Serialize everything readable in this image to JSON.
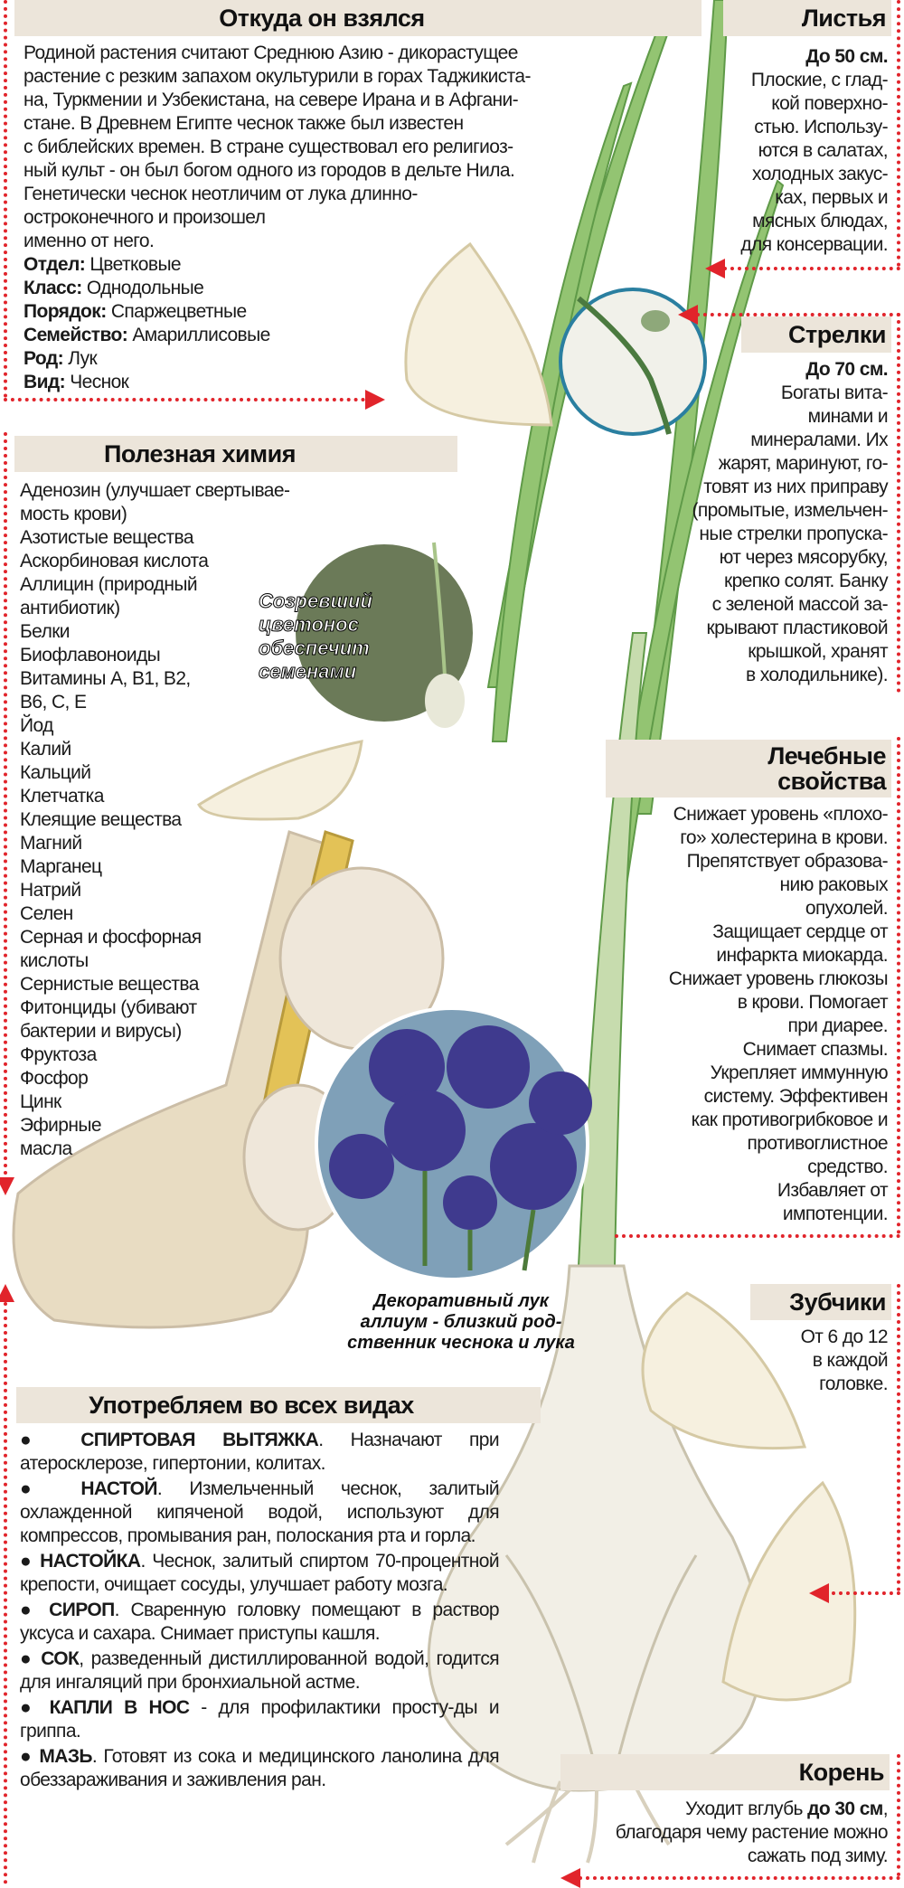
{
  "origin": {
    "title": "Откуда он взялся",
    "text": [
      "Родиной растения считают Среднюю Азию - дикорастущее",
      "растение с резким запахом окультурили в горах Таджикиста-",
      "на, Туркмении и Узбекистана, на севере Ирана и в Афгани-",
      "стане. В Древнем Египте чеснок также был известен",
      "с библейских времен. В стране существовал  его религиоз-",
      "ный культ - он был богом одного из городов в дельте Нила.",
      "Генетически чеснок неотличим от лука длинно-",
      "остроконечного и произошел",
      "именно от него."
    ],
    "taxonomy": [
      {
        "label": "Отдел:",
        "value": " Цветковые"
      },
      {
        "label": "Класс:",
        "value": " Однодольные"
      },
      {
        "label": "Порядок:",
        "value": " Спаржецветные"
      },
      {
        "label": "Семейство:",
        "value": " Амариллисовые"
      },
      {
        "label": "Род:",
        "value": " Лук"
      },
      {
        "label": "Вид:",
        "value": " Чеснок"
      }
    ]
  },
  "leaves": {
    "title": "Листья",
    "size": "До 50 см.",
    "text": [
      "Плоские, с глад-",
      "кой поверхно-",
      "стью. Использу-",
      "ются в салатах,",
      "холодных закус-",
      "ках, первых и",
      "мясных блюдах,",
      "для консервации."
    ]
  },
  "arrows": {
    "title": "Стрелки",
    "size": "До 70 см.",
    "text": [
      "Богаты вита-",
      "минами и",
      "минералами. Их",
      "жарят, маринуют, го-",
      "товят из них приправу",
      "(промытые, измельчен-",
      "ные стрелки пропуска-",
      "ют через мясорубку,",
      "крепко солят. Банку",
      "с зеленой массой за-",
      "крывают пластиковой",
      "крышкой, хранят",
      "в холодильнике)."
    ]
  },
  "chemistry": {
    "title": "Полезная химия",
    "items": [
      "Аденозин (улучшает свертывае-",
      "мость крови)",
      "Азотистые вещества",
      "Аскорбиновая кислота",
      "Аллицин (природный",
      "антибиотик)",
      "Белки",
      "Биофлавоноиды",
      "Витамины А, В1, В2,",
      "В6, С, Е",
      "Йод",
      "Калий",
      "Кальций",
      "Клетчатка",
      "Клеящие вещества",
      "Магний",
      "Марганец",
      "Натрий",
      "Селен",
      "Серная и фосфорная",
      "кислоты",
      "Сернистые вещества",
      "Фитонциды (убивают",
      "бактерии и вирусы)",
      "Фруктоза",
      "Фосфор",
      "Цинк",
      "Эфирные",
      "масла"
    ]
  },
  "photo_caption_seed": [
    "Созревший",
    "цветонос",
    "обеспечит",
    "семенами"
  ],
  "photo_caption_allium": [
    "Декоративный лук",
    "аллиум - близкий род-",
    "ственник чеснока и лука"
  ],
  "medicinal": {
    "title": [
      "Лечебные",
      "свойства"
    ],
    "text": [
      "Снижает уровень «плохо-",
      "го» холестерина в крови.",
      "Препятствует образова-",
      "нию раковых",
      "опухолей.",
      "Защищает сердце от",
      "инфаркта миокарда.",
      "Снижает уровень глюкозы",
      "в крови. Помогает",
      "при диарее.",
      "Снимает спазмы.",
      "Укрепляет иммунную",
      "систему. Эффективен",
      "как противогрибковое и",
      "противоглистное",
      "средство.",
      "Избавляет от",
      "импотенции."
    ]
  },
  "cloves": {
    "title": "Зубчики",
    "text": [
      "От 6 до 12",
      "в каждой",
      "головке."
    ]
  },
  "usage": {
    "title": "Употребляем во всех видах",
    "items": [
      {
        "name": "СПИРТОВАЯ ВЫТЯЖКА",
        "text": ". Назначают при атеросклерозе, гипертонии, колитах."
      },
      {
        "name": "НАСТОЙ",
        "text": ". Измельченный чеснок, залитый охлажденной  кипяченой водой, используют для компрессов, промывания ран, полоскания рта и горла."
      },
      {
        "name": "НАСТОЙКА",
        "text": ". Чеснок, залитый  спиртом 70-процентной крепости, очищает сосуды, улучшает работу мозга."
      },
      {
        "name": "СИРОП",
        "text": ". Сваренную головку помещают в раствор уксуса и сахара. Снимает приступы кашля."
      },
      {
        "name": "СОК",
        "text": ", разведенный дистиллированной водой, годится для ингаляций при бронхиальной астме."
      },
      {
        "name": "КАПЛИ В НОС",
        "text": " - для профилактики просту-ды и гриппа."
      },
      {
        "name": "МАЗЬ",
        "text": ". Готовят из сока и медицинского ланолина для обеззараживания и заживления ран."
      }
    ]
  },
  "root": {
    "title": "Корень",
    "text_before": "Уходит вглубь ",
    "bold": "до 30 см",
    "text_after": ", благодаря чему растение можно сажать под зиму."
  },
  "colors": {
    "accent": "#e1242b",
    "header_bg": "#ece5da",
    "leaf": "#8cbf6a"
  }
}
